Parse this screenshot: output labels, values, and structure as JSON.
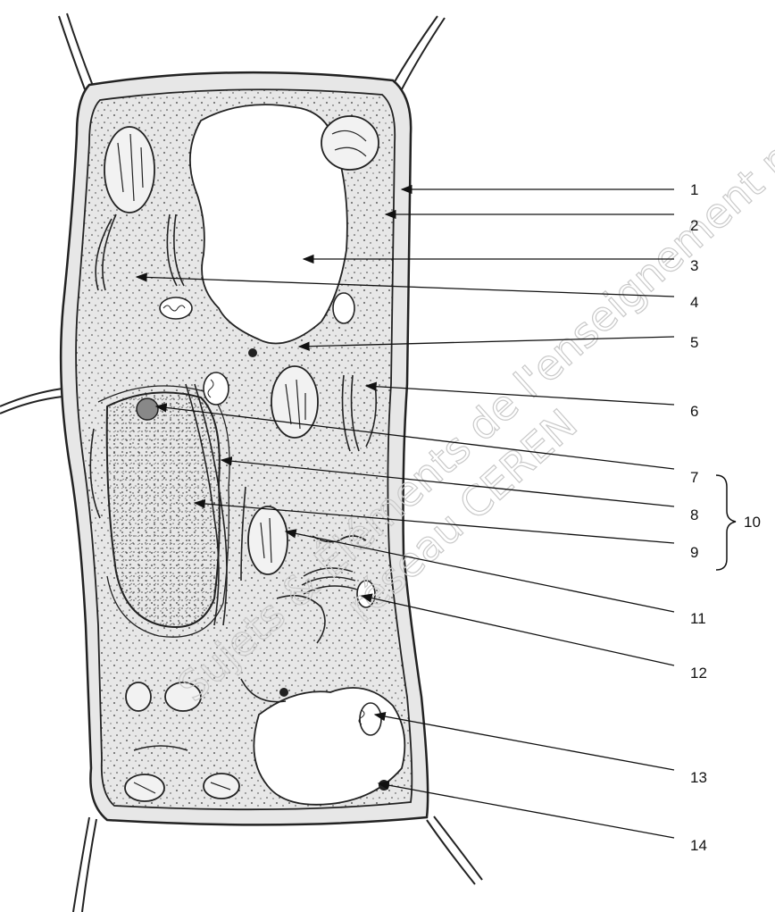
{
  "labels": [
    "1",
    "2",
    "3",
    "4",
    "5",
    "6",
    "7",
    "8",
    "9",
    "10",
    "11",
    "12",
    "13",
    "14"
  ],
  "watermark": {
    "line1": "Sujets & Éléments de l'enseignement professionnel",
    "line2": "réseau CEREN"
  },
  "colors": {
    "ink": "#111111",
    "cytoplasm_dots": "#333333",
    "watermark": "#c9c9c9"
  }
}
